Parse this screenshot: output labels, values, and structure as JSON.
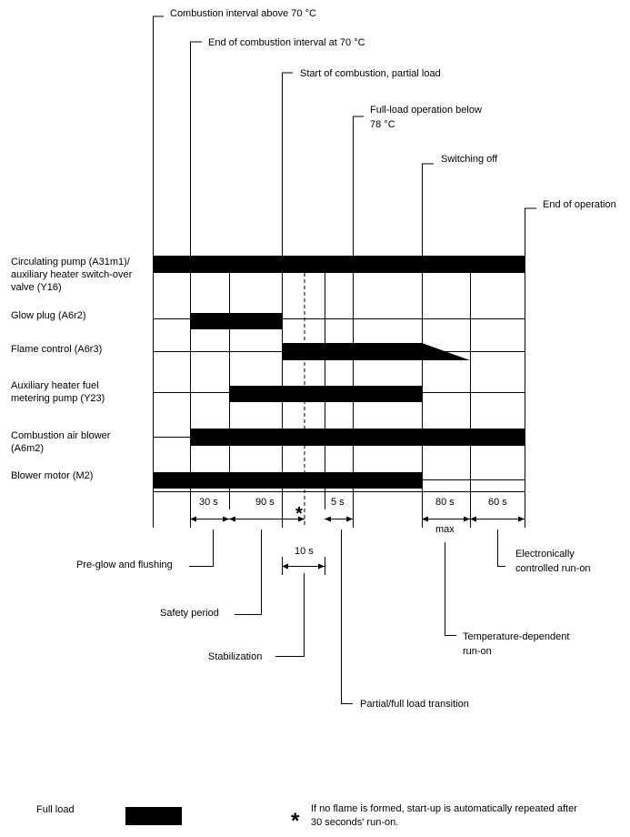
{
  "events": [
    "Combustion interval above 70 °C",
    "End of combustion interval at 70 °C",
    "Start of combustion, partial load",
    [
      "Full-load operation below",
      "78 °C"
    ],
    "Switching off",
    "End of operation"
  ],
  "rows": [
    {
      "label": [
        "Circulating pump (A31m1)/",
        "auxiliary heater switch-over",
        "valve (Y16)"
      ]
    },
    {
      "label": [
        "Glow plug (A6r2)"
      ]
    },
    {
      "label": [
        "Flame control (A6r3)"
      ]
    },
    {
      "label": [
        "Auxiliary heater fuel",
        "metering pump (Y23)"
      ]
    },
    {
      "label": [
        "Combustion air blower",
        "(A6m2)"
      ]
    },
    {
      "label": [
        "Blower motor (M2)"
      ]
    }
  ],
  "durations": [
    "30 s",
    "90 s",
    "5 s",
    "80 s",
    "60 s",
    "10 s",
    "max"
  ],
  "asterisk": "*",
  "phases": [
    "Pre-glow and flushing",
    "Safety period",
    "Stabilization",
    "Partial/full load transition",
    [
      "Temperature-dependent",
      "run-on"
    ],
    [
      "Electronically",
      "controlled run-on"
    ]
  ],
  "legend": {
    "label": "Full load",
    "asterisk": "*",
    "note": [
      "If no flame is formed, start-up is automatically repeated after",
      "30 seconds' run-on."
    ]
  }
}
